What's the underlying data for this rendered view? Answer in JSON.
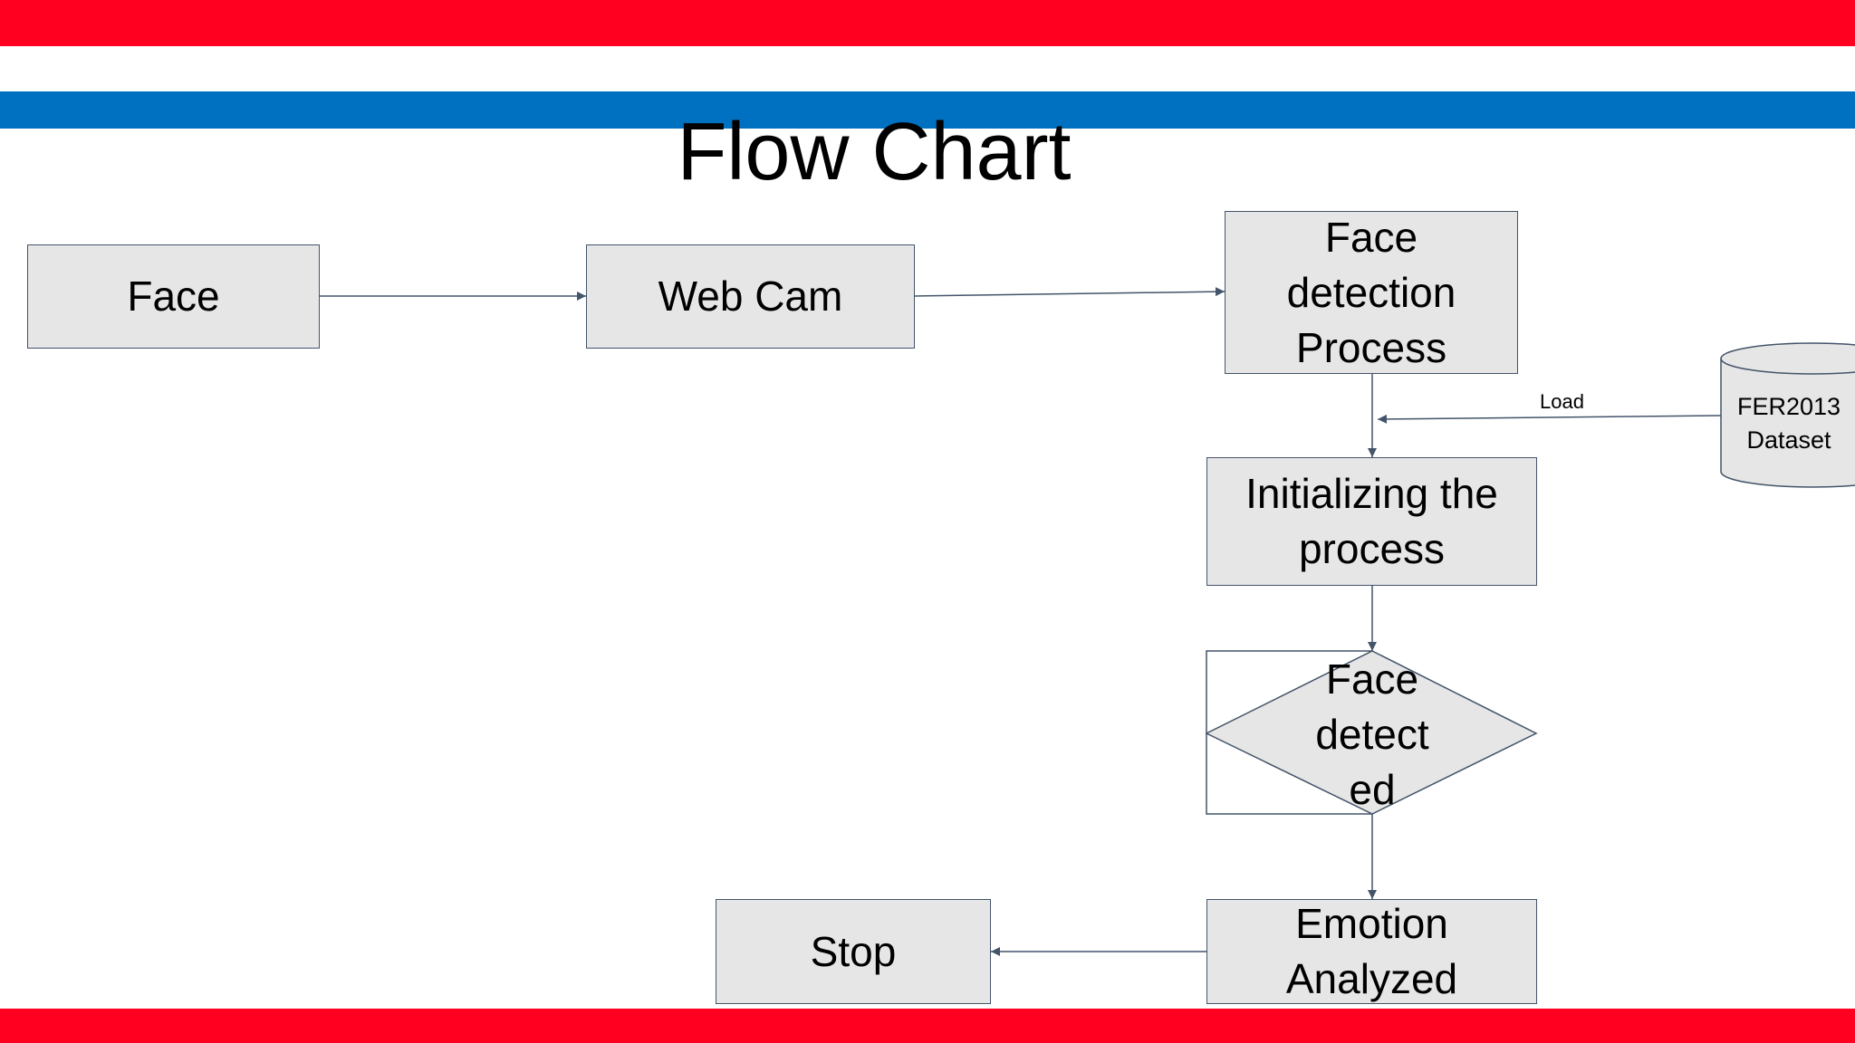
{
  "colors": {
    "stripe_red": "#ff0021",
    "stripe_blue": "#0070c0",
    "node_fill": "#e6e6e6",
    "node_stroke": "#44546a"
  },
  "title": "Flow Chart",
  "nodes": {
    "face": "Face",
    "webcam": "Web Cam",
    "face_detection": [
      "Face",
      "detection",
      "Process"
    ],
    "initializing": [
      "Initializing the",
      "process"
    ],
    "face_detected": [
      "Face",
      "detect",
      "ed"
    ],
    "emotion": [
      "Emotion",
      "Analyzed"
    ],
    "stop": "Stop",
    "dataset": [
      "FER2013",
      "Dataset"
    ]
  },
  "edge_labels": {
    "load": "Load"
  }
}
